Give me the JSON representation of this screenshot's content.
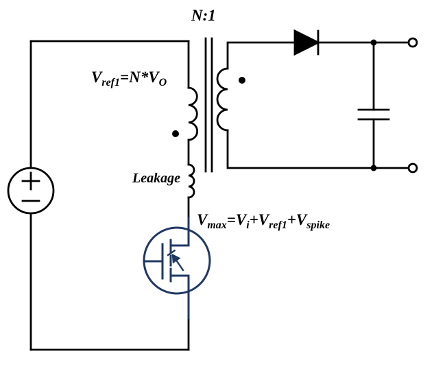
{
  "diagram": {
    "colors": {
      "wire": "#000000",
      "mosfet": "#1f3864",
      "background": "#ffffff"
    },
    "labels": {
      "turns_ratio": "N:1",
      "vref": {
        "p1": "V",
        "s1": "ref1",
        "p2": "=N*V",
        "s2": "O"
      },
      "leakage": "Leakage",
      "vmax": {
        "p1": "V",
        "s1": "max",
        "p2": "=V",
        "s2": "i",
        "p3": "+V",
        "s3": "ref1",
        "p4": "+V",
        "s4": "spike"
      }
    },
    "components": {
      "source": "dc-voltage-source",
      "transformer": "transformer-n-to-1",
      "primary": "primary-winding",
      "secondary": "secondary-winding",
      "leakage_inductor": "leakage-inductance",
      "switch": "n-channel-mosfet",
      "diode": "output-diode",
      "capacitor": "output-capacitor",
      "terminals": "output-terminals"
    }
  }
}
